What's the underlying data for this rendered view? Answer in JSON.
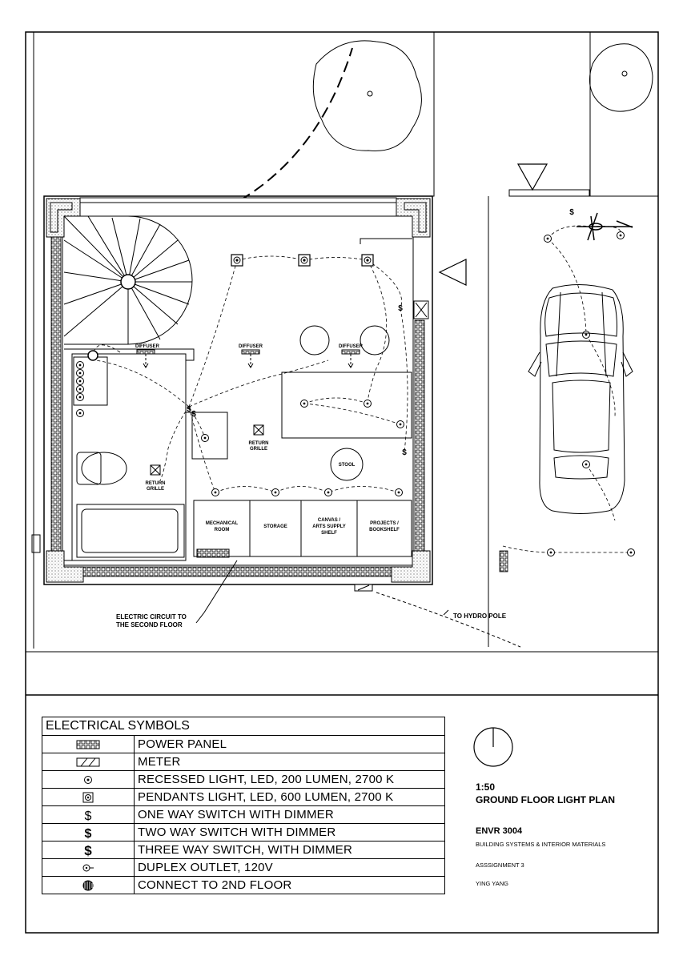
{
  "plan": {
    "labels": {
      "diffuser": "DIFFUSER",
      "return_grille": "RETURN\nGRILLE",
      "stool": "STOOL",
      "mechanical": "MECHANICAL\nROOM",
      "storage": "STORAGE",
      "canvas": "CANVAS /\nARTS SUPPLY\nSHELF",
      "projects": "PROJECTS /\nBOOKSHELF",
      "electric_circuit": "ELECTRIC CIRCUIT TO\nTHE SECOND FLOOR",
      "hydro": "TO HYDRO POLE"
    }
  },
  "legend": {
    "title": "ELECTRICAL SYMBOLS",
    "rows": [
      {
        "icon": "power-panel-icon",
        "label": "POWER PANEL"
      },
      {
        "icon": "meter-icon",
        "label": "METER"
      },
      {
        "icon": "recessed-light-icon",
        "label": "RECESSED LIGHT, LED, 200 LUMEN, 2700 K"
      },
      {
        "icon": "pendant-light-icon",
        "label": "PENDANTS LIGHT, LED, 600 LUMEN, 2700 K"
      },
      {
        "icon": "one-way-switch-icon",
        "label": "ONE WAY SWITCH WITH DIMMER"
      },
      {
        "icon": "two-way-switch-icon",
        "label": "TWO WAY SWITCH WITH DIMMER"
      },
      {
        "icon": "three-way-switch-icon",
        "label": "THREE WAY SWITCH, WITH DIMMER"
      },
      {
        "icon": "duplex-outlet-icon",
        "label": "DUPLEX OUTLET, 120V"
      },
      {
        "icon": "connect-2nd-floor-icon",
        "label": "CONNECT TO 2ND FLOOR"
      }
    ]
  },
  "title_block": {
    "scale": "1:50",
    "title": "GROUND FLOOR LIGHT PLAN",
    "course": "ENVR 3004",
    "course_name": "BUILDING SYSTEMS & INTERIOR MATERIALS",
    "assignment": "ASSSIGNMENT 3",
    "author": "YING YANG"
  }
}
